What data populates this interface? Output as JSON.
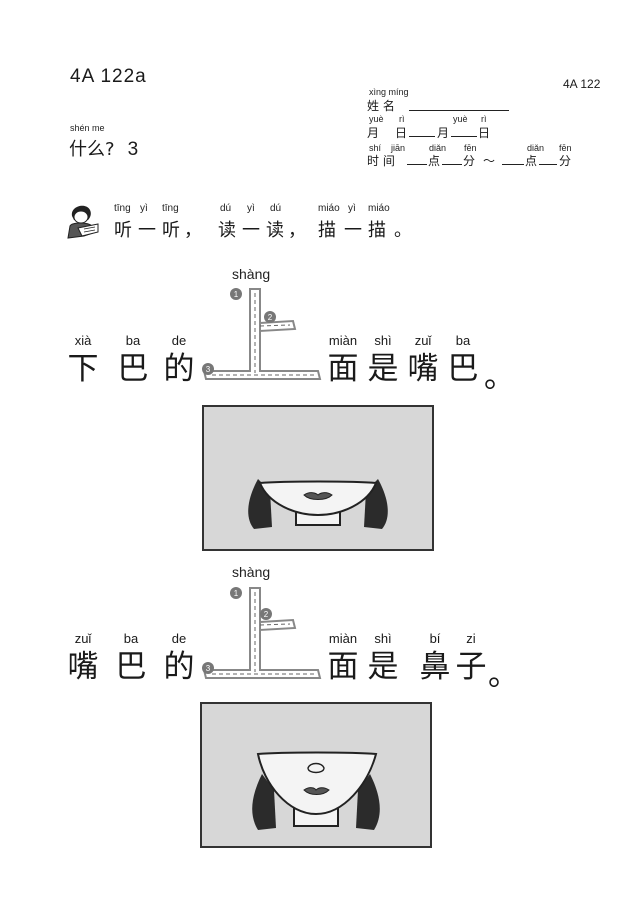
{
  "header": {
    "code_left": "4A 122a",
    "code_right": "4A 122",
    "lesson_pinyin": "shén me",
    "lesson_title": "什么?",
    "lesson_number": "3"
  },
  "info_block": {
    "name_pinyin": "xìng míng",
    "name_label": "姓 名",
    "date_pinyin": [
      "yuè",
      "rì",
      "yuè",
      "rì"
    ],
    "date_chars": [
      "月",
      "日",
      "月",
      "日"
    ],
    "time_pinyin": [
      "shí",
      "jiān",
      "diǎn",
      "fēn",
      "diǎn",
      "fēn"
    ],
    "time_label": "时 间",
    "time_chars": [
      "点",
      "分",
      "～",
      "点",
      "分"
    ]
  },
  "instruction": {
    "pinyin": [
      "tīng",
      "yì",
      "tīng",
      "dú",
      "yì",
      "dú",
      "miáo",
      "yì",
      "miáo"
    ],
    "text": [
      "听",
      "一",
      "听",
      "，",
      "读",
      "一",
      "读",
      "，",
      "描",
      "一",
      "描",
      "。"
    ]
  },
  "sentence1": {
    "trace_pinyin": "shàng",
    "before": [
      {
        "p": "xià",
        "c": "下"
      },
      {
        "p": "ba",
        "c": "巴"
      },
      {
        "p": "de",
        "c": "的"
      }
    ],
    "after": [
      {
        "p": "miàn",
        "c": "面"
      },
      {
        "p": "shì",
        "c": "是"
      },
      {
        "p": "zuǐ",
        "c": "嘴"
      },
      {
        "p": "ba",
        "c": "巴"
      }
    ],
    "end": "。"
  },
  "sentence2": {
    "trace_pinyin": "shàng",
    "before": [
      {
        "p": "zuǐ",
        "c": "嘴"
      },
      {
        "p": "ba",
        "c": "巴"
      },
      {
        "p": "de",
        "c": "的"
      }
    ],
    "after": [
      {
        "p": "miàn",
        "c": "面"
      },
      {
        "p": "shì",
        "c": "是"
      },
      {
        "p": "bí",
        "c": "鼻"
      },
      {
        "p": "zi",
        "c": "子"
      }
    ],
    "end": "。"
  },
  "stroke_numbers": [
    "1",
    "2",
    "3"
  ]
}
